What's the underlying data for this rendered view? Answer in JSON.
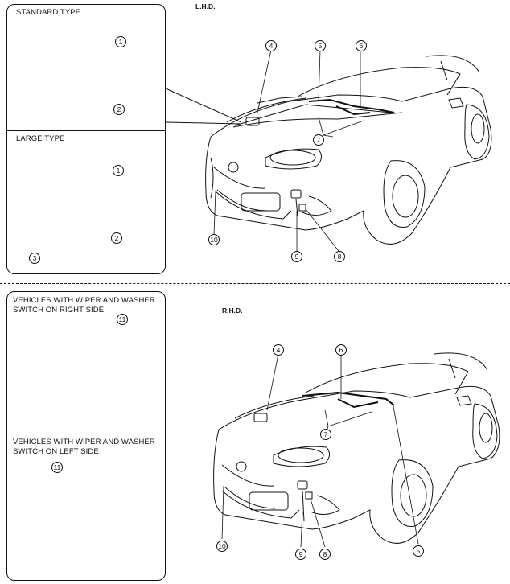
{
  "top_panel": {
    "standard_label": "STANDARD TYPE",
    "large_label": "LARGE TYPE"
  },
  "bottom_panel": {
    "right_side_label": "VEHICLES WITH WIPER AND WASHER SWITCH ON RIGHT SIDE",
    "left_side_label": "VEHICLES WITH WIPER AND WASHER SWITCH ON LEFT SIDE"
  },
  "lhd": {
    "header": "L.H.D."
  },
  "rhd": {
    "header": "R.H.D."
  },
  "callouts": {
    "c1": "1",
    "c2": "2",
    "c3": "3",
    "c4": "4",
    "c5": "5",
    "c6": "6",
    "c7": "7",
    "c8": "8",
    "c9": "9",
    "c10": "10",
    "c11": "11"
  }
}
